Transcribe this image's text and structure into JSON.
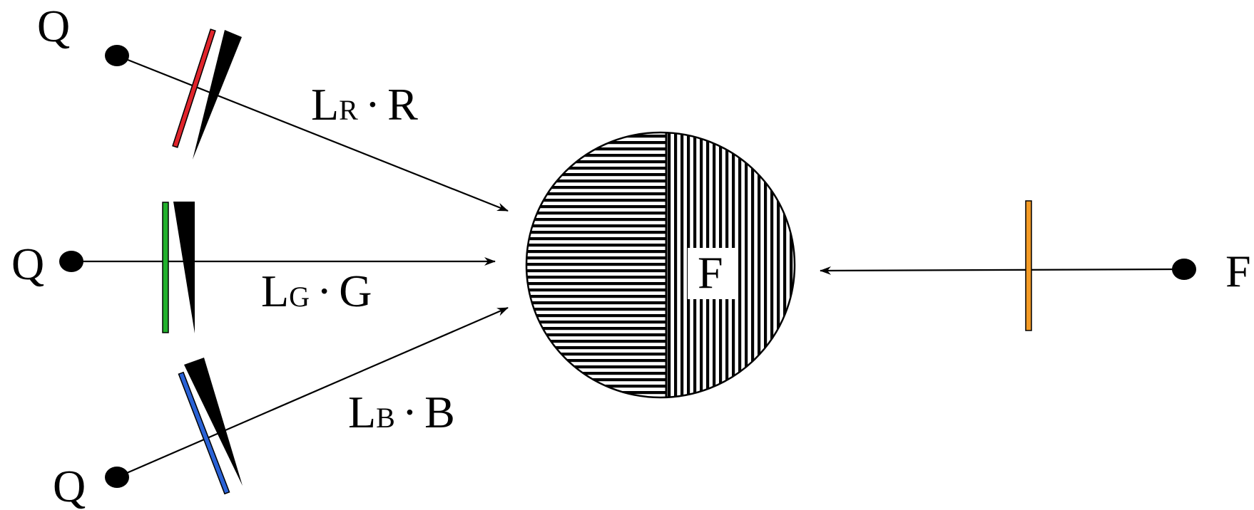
{
  "diagram": {
    "sources": [
      {
        "label": "Q",
        "filter_color": "#e0242b",
        "beam_label": {
          "main": "L",
          "sub": "R",
          "sep": "·",
          "var": "R"
        }
      },
      {
        "label": "Q",
        "filter_color": "#22b02c",
        "beam_label": {
          "main": "L",
          "sub": "G",
          "sep": "·",
          "var": "G"
        }
      },
      {
        "label": "Q",
        "filter_color": "#2a62d6",
        "beam_label": {
          "main": "L",
          "sub": "B",
          "sep": "·",
          "var": "B"
        }
      }
    ],
    "field": {
      "label": "F"
    },
    "reference": {
      "label": "F",
      "filter_color": "#f39a25"
    }
  }
}
